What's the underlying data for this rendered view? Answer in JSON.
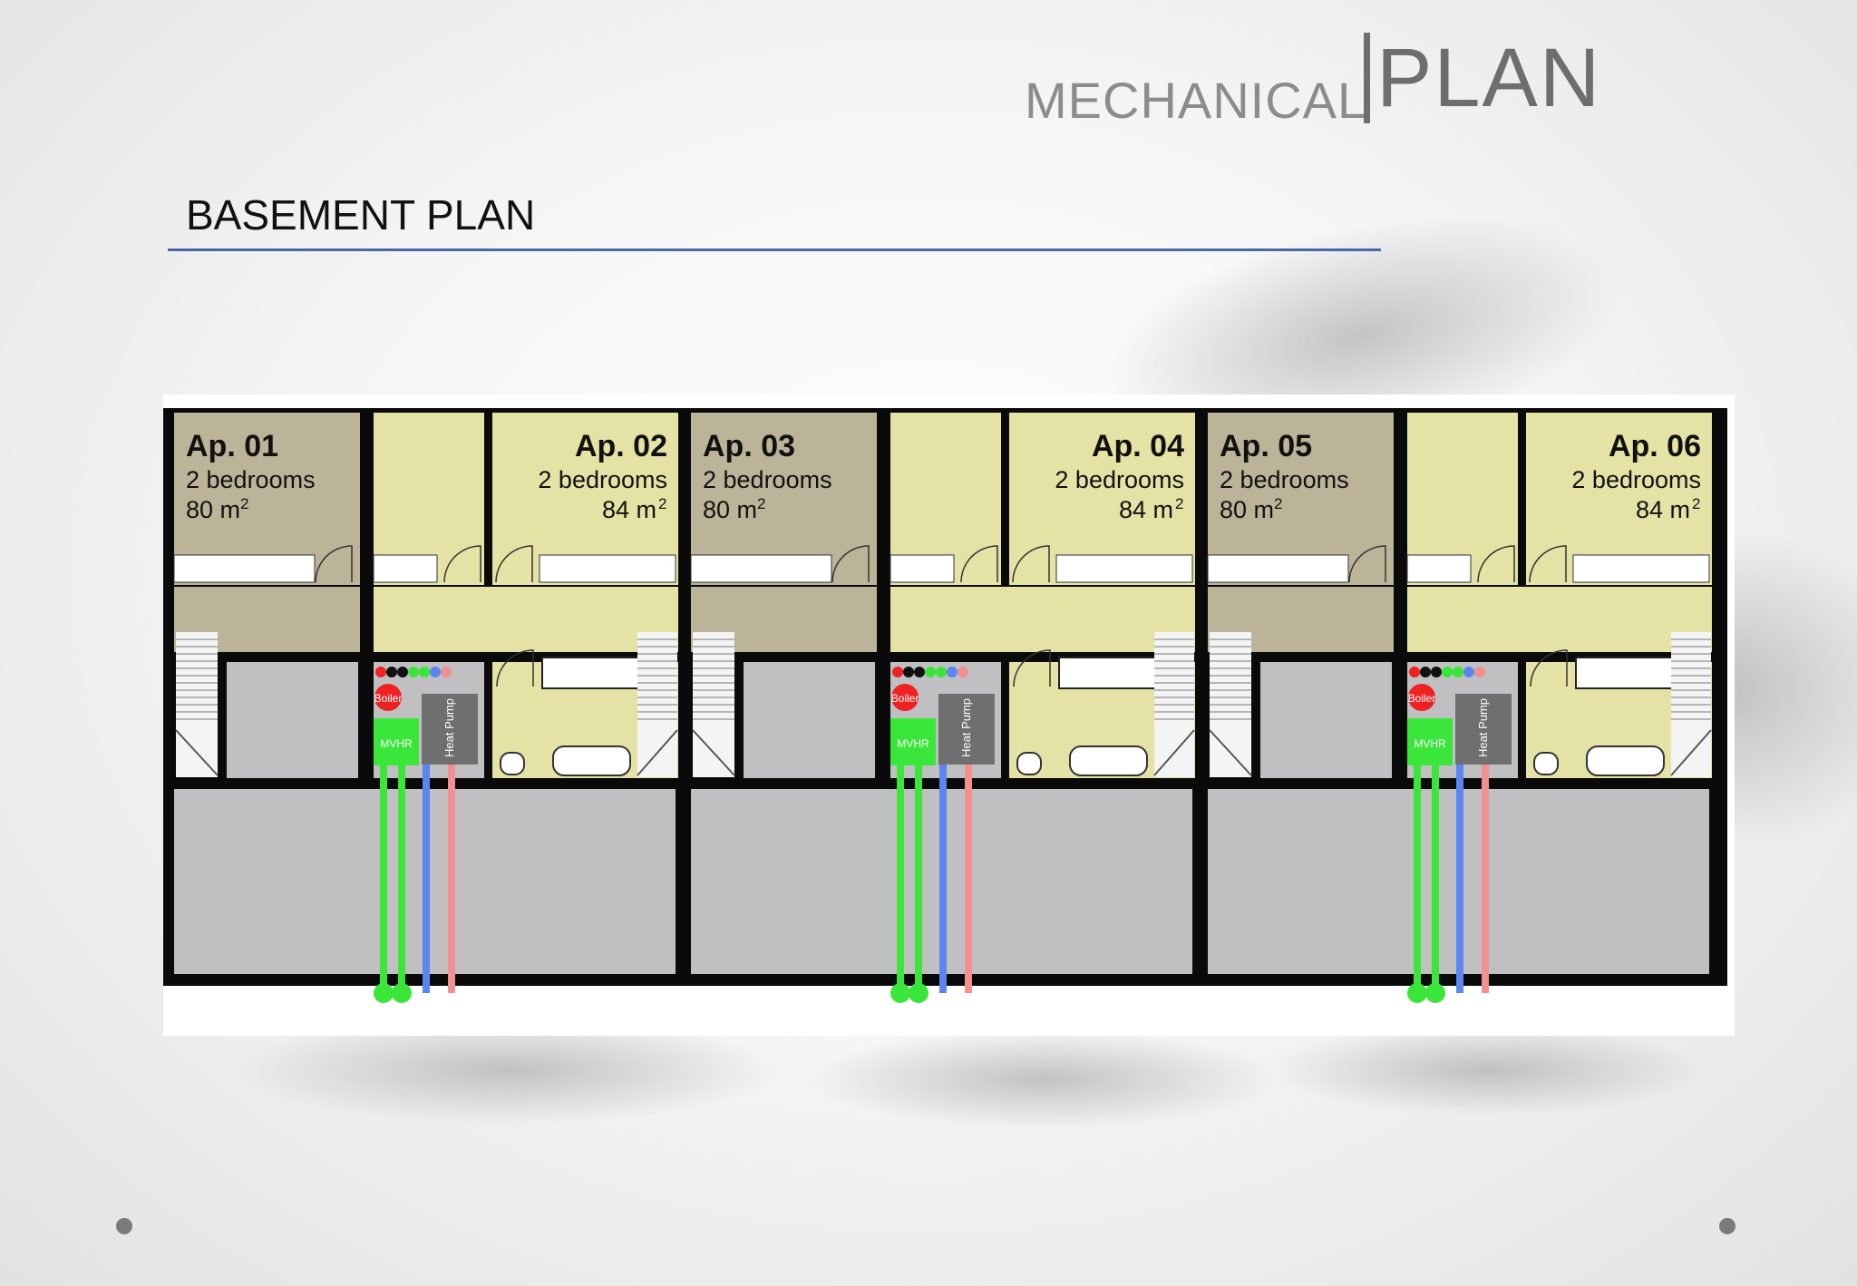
{
  "header": {
    "title_main": "MECHANICAL",
    "title_accent": "PLAN"
  },
  "section": {
    "title": "BASEMENT PLAN"
  },
  "apartments": [
    {
      "name": "Ap. 01",
      "bedrooms": "2 bedrooms",
      "area": "80 m",
      "area_sup": "2"
    },
    {
      "name": "Ap. 02",
      "bedrooms": "2 bedrooms",
      "area": "84 m",
      "area_sup": "2"
    },
    {
      "name": "Ap. 03",
      "bedrooms": "2 bedrooms",
      "area": "80 m",
      "area_sup": "2"
    },
    {
      "name": "Ap. 04",
      "bedrooms": "2 bedrooms",
      "area": "84 m",
      "area_sup": "2"
    },
    {
      "name": "Ap. 05",
      "bedrooms": "2 bedrooms",
      "area": "80 m",
      "area_sup": "2"
    },
    {
      "name": "Ap. 06",
      "bedrooms": "2 bedrooms",
      "area": "84 m",
      "area_sup": "2"
    }
  ],
  "equipment": {
    "boiler": "Boiler",
    "mvhr": "MVHR",
    "heat_pump": "Heat Pump"
  },
  "colors": {
    "room_tan": "#bcb498",
    "room_yellow": "#e4e2a4",
    "storage_grey": "#c0bfc1",
    "wall": "#0a0a0a",
    "pipe_green": "#3ae63a",
    "pipe_blue": "#5b86f0",
    "pipe_red": "#f09090",
    "boiler_red": "#ee2222",
    "heat_pump_grey": "#6f6f6f",
    "rule_blue": "#4a68a8"
  }
}
